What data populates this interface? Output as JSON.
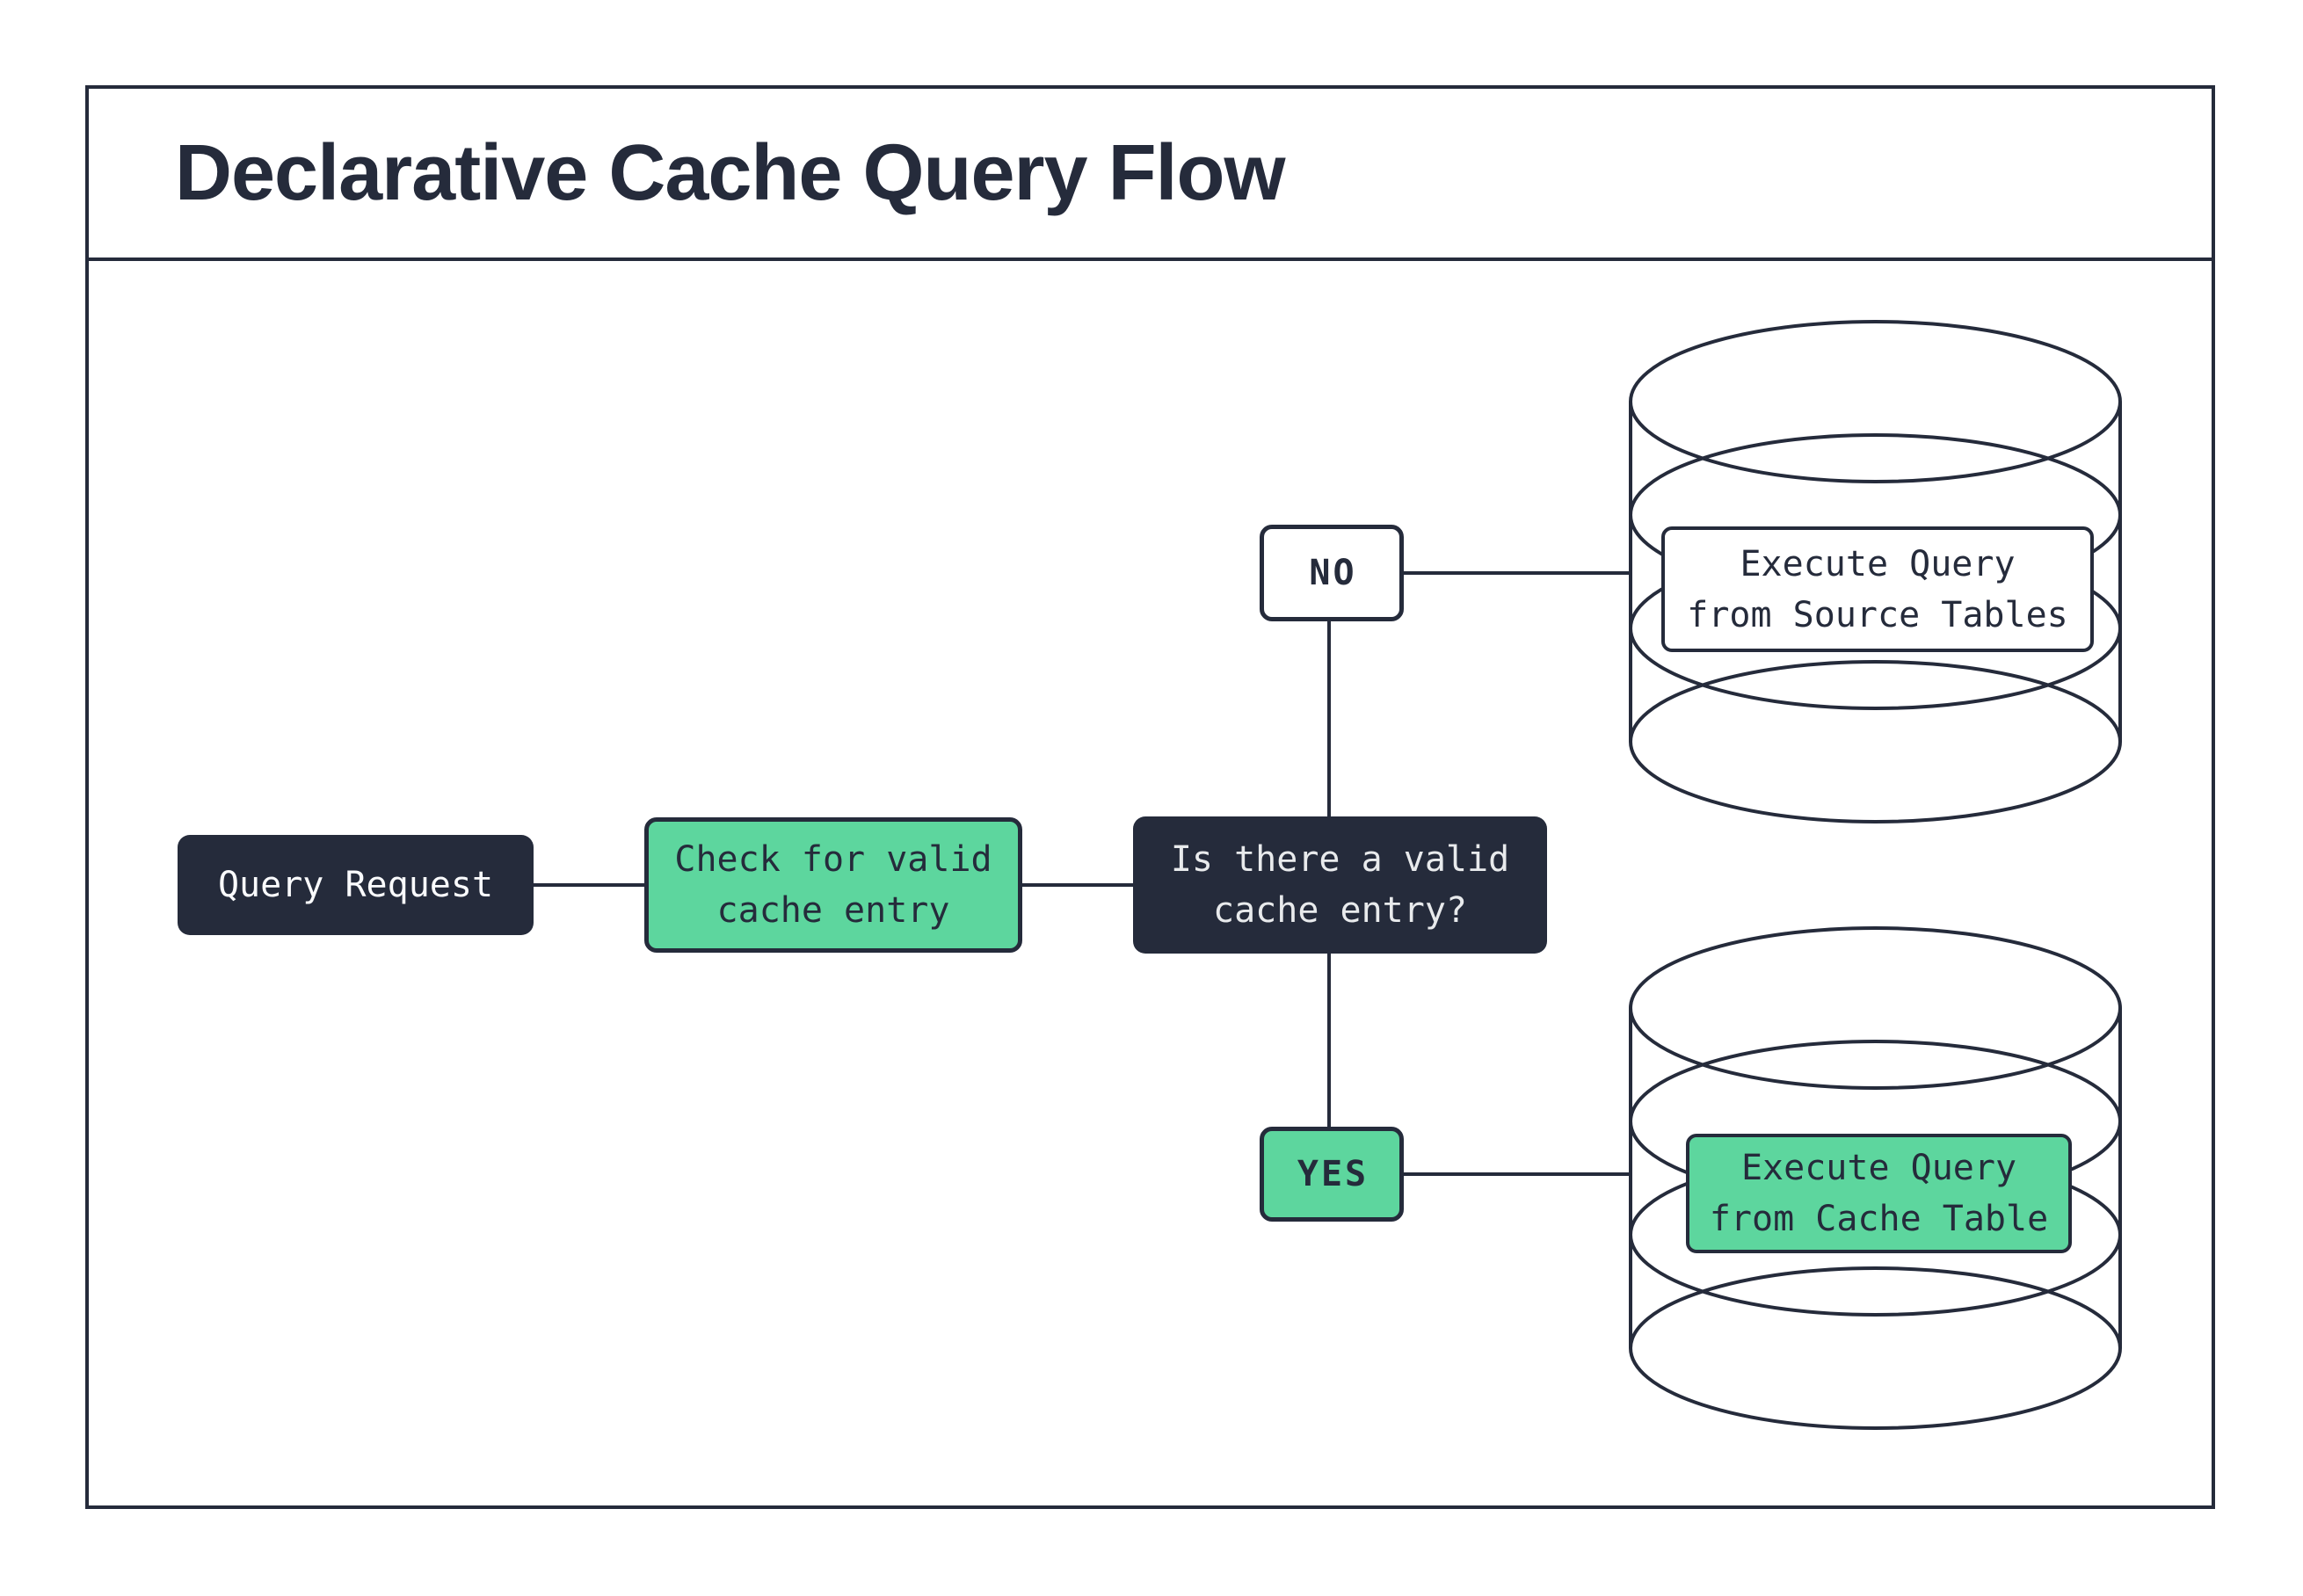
{
  "title": "Declarative Cache Query Flow",
  "palette": {
    "ink": "#252b3b",
    "green": "#5dd69e",
    "paper": "#ffffff",
    "light_text": "#e8eaec"
  },
  "flow": {
    "query_request": {
      "label": "Query Request"
    },
    "check_cache": {
      "lines": [
        "Check for valid",
        "cache entry"
      ]
    },
    "decision": {
      "lines": [
        "Is there a valid",
        "cache entry?"
      ]
    },
    "branch_no": {
      "label": "NO"
    },
    "branch_yes": {
      "label": "YES"
    },
    "source_db": {
      "lines": [
        "Execute Query",
        "from Source Tables"
      ]
    },
    "cache_db": {
      "lines": [
        "Execute Query",
        "from Cache Table"
      ]
    }
  }
}
